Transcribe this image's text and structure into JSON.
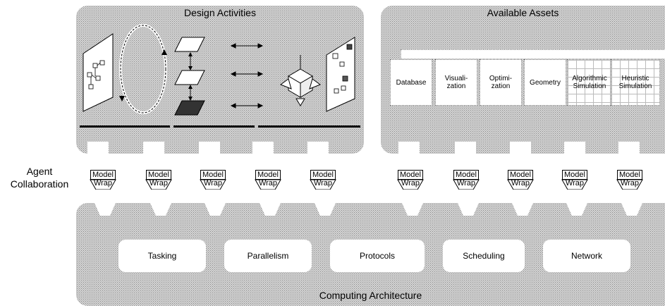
{
  "panels": {
    "design": {
      "title": "Design Activities"
    },
    "assets": {
      "title": "Available Assets"
    },
    "computing": {
      "title": "Computing Architecture"
    }
  },
  "agent_label": {
    "line1": "Agent",
    "line2": "Collaboration"
  },
  "wraps": [
    {
      "top": "Model",
      "bottom": "Wrap"
    },
    {
      "top": "Model",
      "bottom": "Wrap"
    },
    {
      "top": "Model",
      "bottom": "Wrap"
    },
    {
      "top": "Model",
      "bottom": "Wrap"
    },
    {
      "top": "Model",
      "bottom": "Wrap"
    },
    {
      "top": "Model",
      "bottom": "Wrap"
    },
    {
      "top": "Model",
      "bottom": "Wrap"
    },
    {
      "top": "Model",
      "bottom": "Wrap"
    },
    {
      "top": "Model",
      "bottom": "Wrap"
    },
    {
      "top": "Model",
      "bottom": "Wrap"
    }
  ],
  "assets": [
    {
      "line1": "Database",
      "line2": ""
    },
    {
      "line1": "Visuali-",
      "line2": "zation"
    },
    {
      "line1": "Optimi-",
      "line2": "zation"
    },
    {
      "line1": "Geometry",
      "line2": ""
    },
    {
      "line1": "Algorithmic",
      "line2": "Simulation"
    },
    {
      "line1": "Heuristic",
      "line2": "Simulation"
    }
  ],
  "services": [
    "Tasking",
    "Parallelism",
    "Protocols",
    "Scheduling",
    "Network"
  ],
  "colors": {
    "dither": "#8a8a8a",
    "panel_bg": "#d6d6d6",
    "ink": "#000000"
  }
}
